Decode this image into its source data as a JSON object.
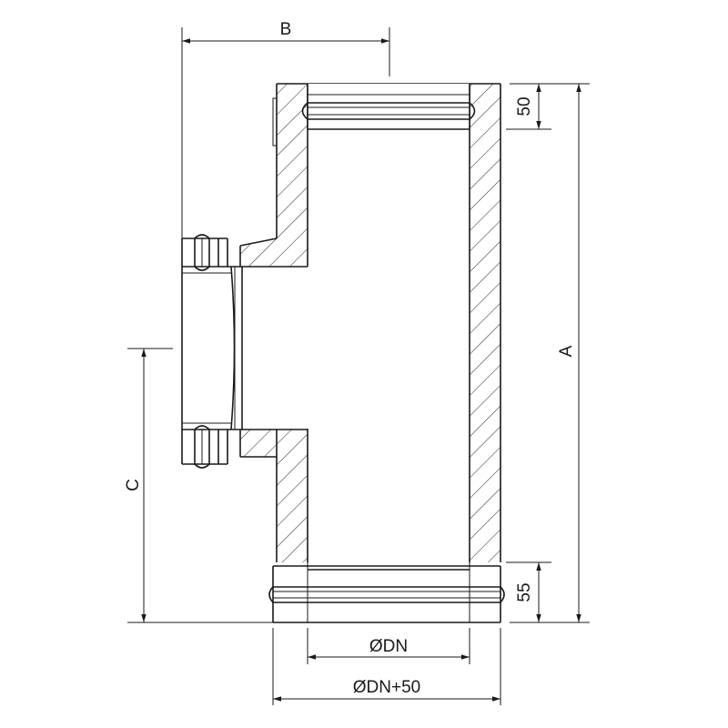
{
  "dimensions": {
    "a": "A",
    "b": "B",
    "c": "C",
    "top_collar": "50",
    "bottom_collar": "55",
    "inner_diameter": "ØDN",
    "outer_diameter": "ØDN+50"
  },
  "colors": {
    "line": "#1a1a1a",
    "background": "#ffffff"
  }
}
